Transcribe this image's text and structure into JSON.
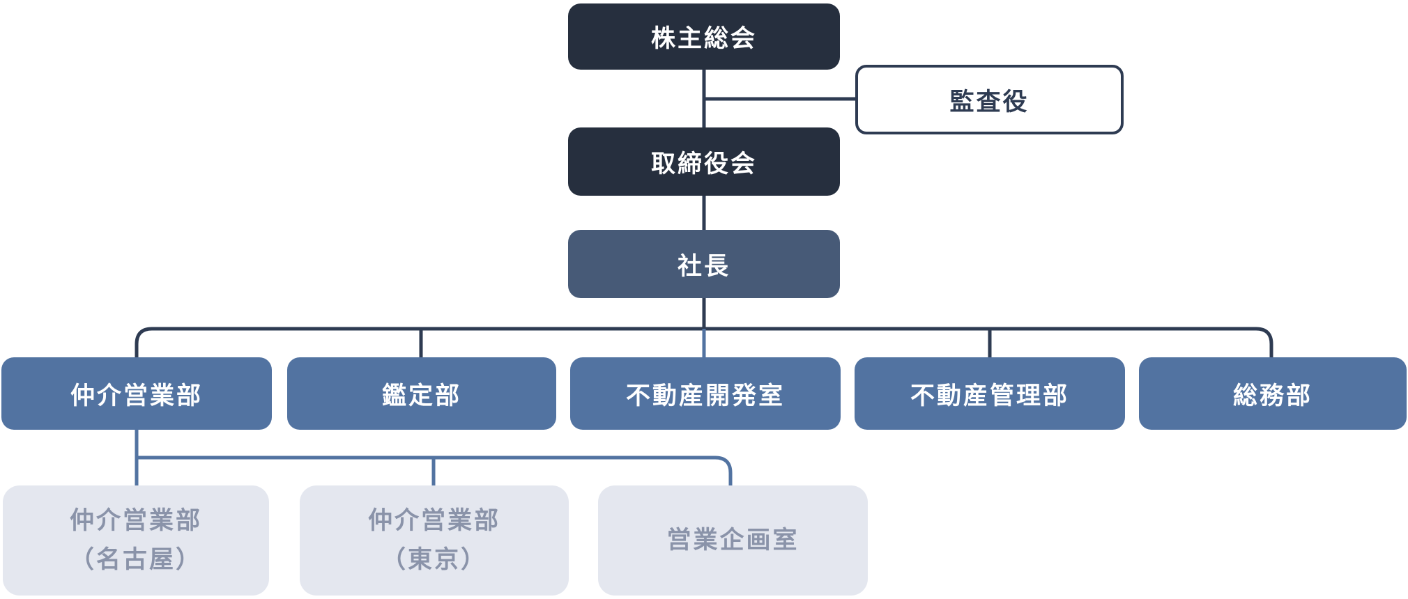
{
  "diagram": {
    "type": "org-chart",
    "nodes": {
      "shareholders": {
        "label": "株主総会"
      },
      "auditor": {
        "label": "監査役"
      },
      "board": {
        "label": "取締役会"
      },
      "president": {
        "label": "社長"
      },
      "departments": [
        {
          "label": "仲介営業部"
        },
        {
          "label": "鑑定部"
        },
        {
          "label": "不動産開発室"
        },
        {
          "label": "不動産管理部"
        },
        {
          "label": "総務部"
        }
      ],
      "sub_departments": [
        {
          "line1": "仲介営業部",
          "line2": "（名古屋）"
        },
        {
          "line1": "仲介営業部",
          "line2": "（東京）"
        },
        {
          "line1": "営業企画室",
          "line2": ""
        }
      ]
    },
    "colors": {
      "top_level_box": "#262F3E",
      "president_box": "#475A77",
      "department_box": "#5273A1",
      "sub_department_box": "#E4E7EF",
      "sub_department_text": "#8A93A9",
      "auditor_border": "#2E3B52",
      "connector_dark": "#2E3B52",
      "connector_blue": "#5273A1",
      "background": "#FFFFFF"
    }
  }
}
